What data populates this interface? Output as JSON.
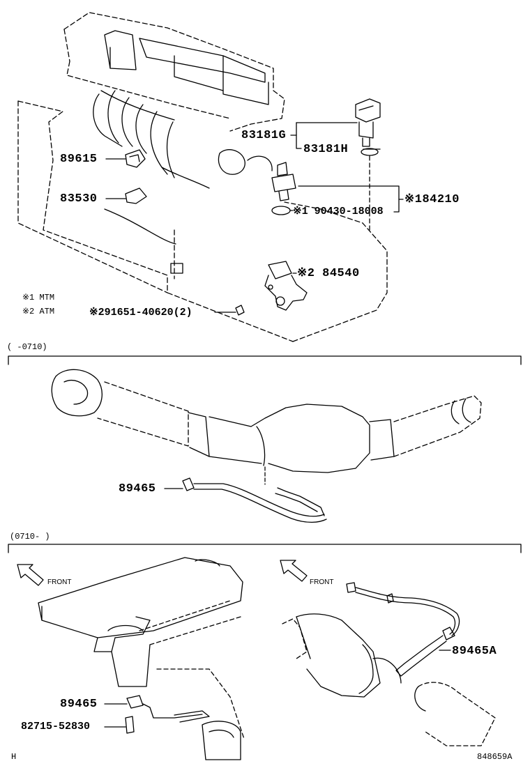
{
  "parts": {
    "p83181G": "83181G",
    "p83181H": "83181H",
    "p89615": "89615",
    "p84210": "※184210",
    "p90430": "※1 90430-18008",
    "p83530": "83530",
    "p84540": "※2 84540",
    "p91651": "※291651-40620(2)",
    "p89465_mid": "89465",
    "p89465A": "89465A",
    "p89465_bottom": "89465",
    "p82715": "82715-52830"
  },
  "legend": {
    "mtm": "※1 MTM",
    "atm": "※2 ATM"
  },
  "sections": {
    "range1": "(     -0710)",
    "range2": "(0710-     )"
  },
  "arrows": {
    "front_left": "FRONT",
    "front_right": "FRONT"
  },
  "footer": {
    "corner_code": "H",
    "diagram_id": "848659A"
  }
}
